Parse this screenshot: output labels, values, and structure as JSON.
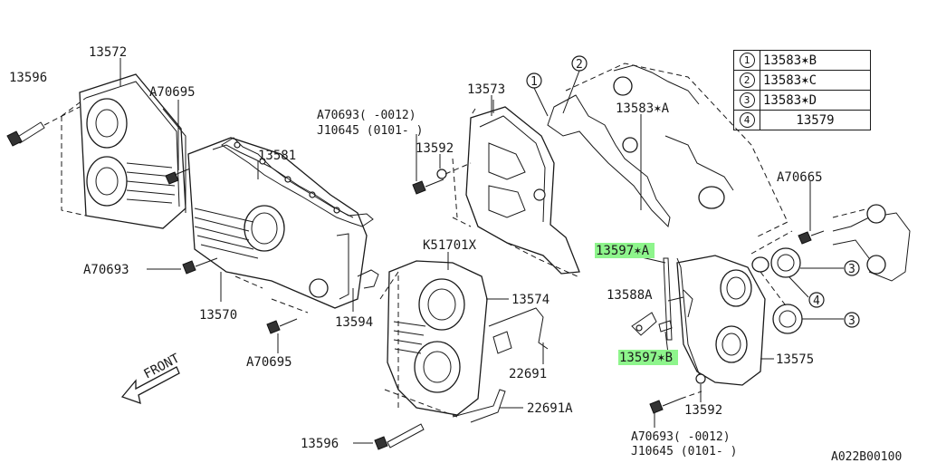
{
  "labels": {
    "p13572": "13572",
    "p13596_top": "13596",
    "a70695_top": "A70695",
    "a70693_left": "A70693",
    "p13581": "13581",
    "p13570": "13570",
    "a70695_bottom": "A70695",
    "p13594": "13594",
    "p13573": "13573",
    "a70693_mid": "A70693(   -0012)",
    "j10645_mid": "J10645 (0101-   )",
    "p13592_mid": "13592",
    "k51701x": "K51701X",
    "p13574": "13574",
    "p22691": "22691",
    "p22691a": "22691A",
    "p13596_bottom": "13596",
    "p13583a": "13583✶A",
    "p13597a": "13597✶A",
    "p13588a": "13588A",
    "p13597b": "13597✶B",
    "p13575": "13575",
    "p13592_bottom": "13592",
    "a70693_bottom": "A70693(     -0012)",
    "j10645_bottom": "J10645 (0101-     )",
    "a70665": "A70665",
    "front": "FRONT",
    "diagram_code": "A022B00100"
  },
  "callouts": {
    "c1": "1",
    "c2": "2",
    "c3a": "3",
    "c4": "4",
    "c3b": "3"
  },
  "legend": [
    {
      "num": "1",
      "part": "13583✶B"
    },
    {
      "num": "2",
      "part": "13583✶C"
    },
    {
      "num": "3",
      "part": "13583✶D"
    },
    {
      "num": "4",
      "part": "13579"
    }
  ],
  "colors": {
    "highlight": "#8ef58c",
    "line": "#1a1a1a"
  }
}
